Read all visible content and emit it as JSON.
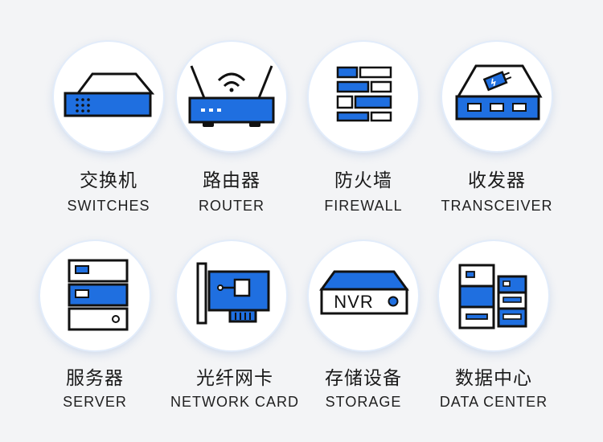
{
  "colors": {
    "blue": "#1f6fe0",
    "outline": "#111111",
    "background": "#f3f4f6"
  },
  "items": [
    {
      "cn": "交换机",
      "en": "SWITCHES",
      "icon": "switch-icon"
    },
    {
      "cn": "路由器",
      "en": "ROUTER",
      "icon": "router-icon"
    },
    {
      "cn": "防火墙",
      "en": "FIREWALL",
      "icon": "firewall-icon"
    },
    {
      "cn": "收发器",
      "en": "TRANSCEIVER",
      "icon": "transceiver-icon"
    },
    {
      "cn": "服务器",
      "en": "SERVER",
      "icon": "server-icon"
    },
    {
      "cn": "光纤网卡",
      "en": "NETWORK CARD",
      "icon": "network-card-icon"
    },
    {
      "cn": "存储设备",
      "en": "STORAGE",
      "icon": "storage-icon"
    },
    {
      "cn": "数据中心",
      "en": "DATA CENTER",
      "icon": "data-center-icon"
    }
  ],
  "labels": {
    "nvr": "NVR"
  }
}
